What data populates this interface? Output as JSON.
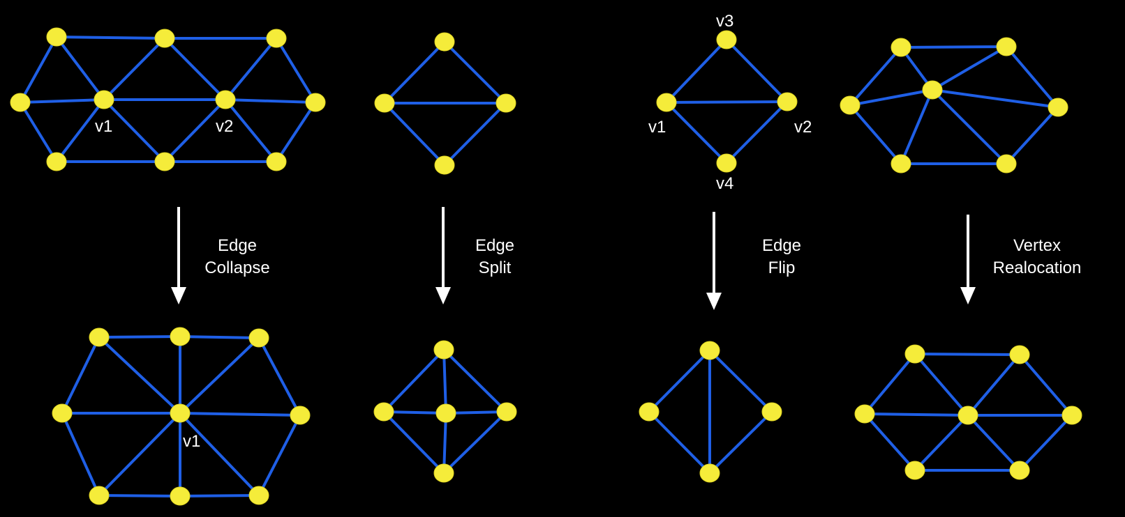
{
  "colors": {
    "background": "#000000",
    "edge": "#1f5fe6",
    "node": "#f5ec3a",
    "text": "#ffffff"
  },
  "operations": [
    {
      "id": "edge-collapse",
      "line1": "Edge",
      "line2": "Collapse"
    },
    {
      "id": "edge-split",
      "line1": "Edge",
      "line2": "Split"
    },
    {
      "id": "edge-flip",
      "line1": "Edge",
      "line2": "Flip"
    },
    {
      "id": "vertex-realocation",
      "line1": "Vertex",
      "line2": "Realocation"
    }
  ],
  "vertex_labels": {
    "collapse_before_v1": "v1",
    "collapse_before_v2": "v2",
    "collapse_after_v1": "v1",
    "flip_v1": "v1",
    "flip_v2": "v2",
    "flip_v3": "v3",
    "flip_v4": "v4"
  }
}
